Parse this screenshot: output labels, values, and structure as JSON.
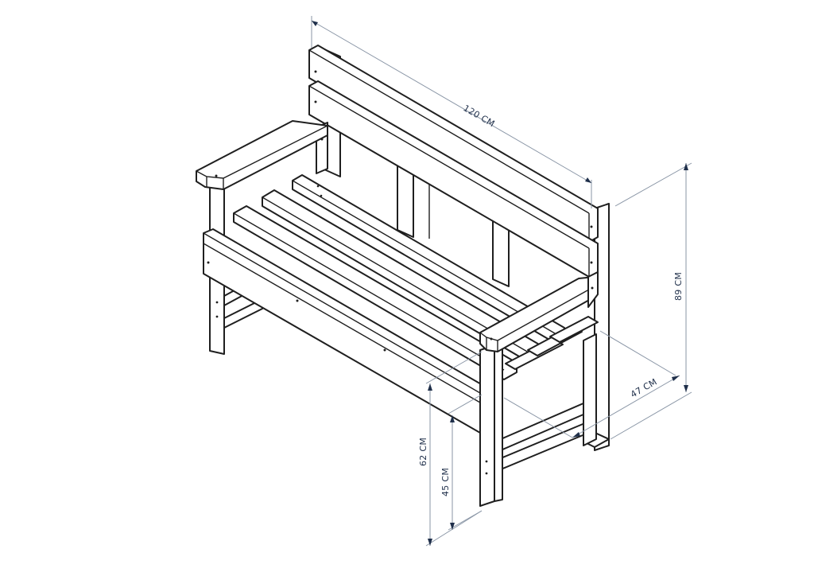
{
  "figure": {
    "subject": "garden bench line drawing with dimensions",
    "colors": {
      "line": "#1f1f1f",
      "dimension_line": "#8a96a6",
      "dimension_text": "#1f2f4a",
      "background": "#ffffff"
    },
    "dimensions": {
      "length": "120 CM",
      "height": "89 CM",
      "depth": "47 CM",
      "armrest_height": "62 CM",
      "seat_height": "45 CM"
    }
  }
}
